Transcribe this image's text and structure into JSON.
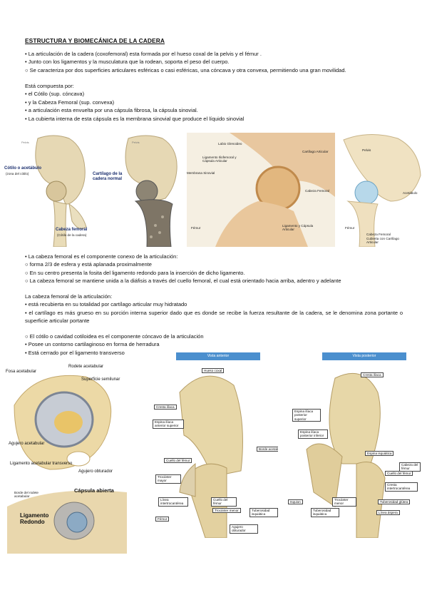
{
  "title": "ESTRUCTURA Y BIOMECÁNICA DE LA CADERA",
  "intro": [
    "• La articulación de la cadera (coxofemoral) esta formada por el hueso coxal de la pelvis y el fémur .",
    "• Junto con los ligamentos y la musculatura que la rodean, soporta el peso del cuerpo.",
    "○ Se caracteriza por dos superficies articulares esféricas o casi esféricas, una cóncava y otra convexa, permitiendo una gran movilidad."
  ],
  "composed": [
    "Está compuesta por:",
    "• el Cótilo (sup. cóncava)",
    "• y la Cabeza Femoral (sup. convexa)",
    "• a articulación esta envuelta por una cápsula fibrosa, la cápsula sinovial.",
    "• La cubierta interna de esta cápsula es la membrana sinovial que produce el líquido sinovial"
  ],
  "femoral_head": [
    "• La cabeza femoral es el componente conexo de la articulación:",
    "○ forma 2/3 de esfera y está aplanada proximalmente",
    "○ En su centro presenta la fosita del ligamento redondo para la inserción de dicho ligamento.",
    "○ La cabeza femoral se mantiene unida a la diáfisis a través del cuello femoral, el cual está orientado hacia arriba, adentro y adelante"
  ],
  "femoral_head2_title": "La cabeza femoral de la articulación:",
  "femoral_head2": [
    "• está recubierta en su totalidad por cartílago articular muy hidratado",
    "• el cartílago es más grueso en su porción interna superior dado que es donde se recibe la fuerza resultante de la cadera, se le denomina zona portante o superficie articular portante"
  ],
  "cotilo": [
    "○ El cótilo o cavidad cotiloidea es el componente cóncavo de la articulación",
    "• Posee un contorno cartilaginoso en forma de herradura",
    "• Está cerrado por el ligamento transverso"
  ],
  "fig1": {
    "cotilo_label": "Cótilo o acetábulo",
    "cotilo_sub": "(zona del cótilo)",
    "cabeza_label": "Cabeza femoral",
    "cabeza_sub": "(Cótilo de la cadera)",
    "bone_text": "Pelvis"
  },
  "fig2": {
    "label": "Cartílago de la cadera normal",
    "bone_text": "Pelvis"
  },
  "fig3": {
    "labels": [
      "Labio Glenoideo",
      "Ligamento Iliofemoral y Cápsula Articular",
      "Membrana Sinovial",
      "Cartílago Articular",
      "Cabeza Femoral",
      "Fémur",
      "Ligamento y Cápsula Articular"
    ]
  },
  "fig4": {
    "labels": [
      "Pelvis",
      "Acetábulo",
      "Fémur",
      "Cabeza Femoral",
      "Cubierta con Cartílago Articular"
    ]
  },
  "fig5": {
    "labels": [
      "Fosa acetabular",
      "Rodete acetabular",
      "Superficie semilunar",
      "Agujero acetabular",
      "Ligamento acetabular transverso",
      "Agujero obturador"
    ]
  },
  "fig6": {
    "labels": [
      "Cápsula abierta",
      "Ligamento Redondo",
      "Borde del rodete acetabular"
    ]
  },
  "fig7": {
    "header": "Vista anterior",
    "labels": [
      "Hueso coxal",
      "Cresta ilíaca",
      "Espina ilíaca anterior superior",
      "Borde acetabular",
      "Cuello del fémur",
      "Trocánter mayor",
      "Línea intertrocantérea",
      "Trocánter menor",
      "Tuberosidad isquiática",
      "Cuello del fémur",
      "Fémur",
      "Agujero obturador"
    ]
  },
  "fig8": {
    "header": "Vista posterior",
    "labels": [
      "Cresta ilíaca",
      "Espina ilíaca posterior superior",
      "Espina ilíaca posterior inferior",
      "Espina isquiática",
      "Cabeza del fémur",
      "Cuello del fémur",
      "Cresta intertrocantérea",
      "Tuberosidad glútea",
      "Línea áspera",
      "Tuberosidad isquiática",
      "Trocánter menor",
      "Isquion"
    ]
  }
}
